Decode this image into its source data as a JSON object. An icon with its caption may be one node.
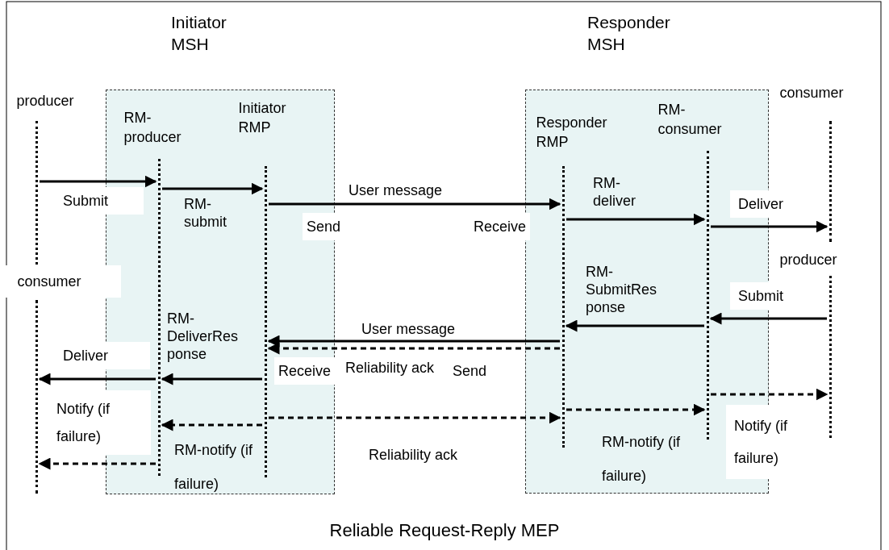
{
  "diagram": {
    "nodes": [
      {
        "text": [
          "Initiator MSH"
        ]
      },
      {
        "text": [
          "Responder MSH"
        ]
      },
      {
        "text": [
          "producer"
        ]
      },
      {
        "text": [
          "consumer"
        ]
      },
      {
        "text": [
          "RM- producer"
        ],
        "in": 0
      },
      {
        "text": [
          "Initiator RMP"
        ],
        "in": 0
      },
      {
        "text": [
          "Responder RMP"
        ],
        "in": 1
      },
      {
        "text": [
          "RM- consumer"
        ],
        "in": 1
      },
      {
        "text": [
          "consumer"
        ]
      },
      {
        "text": [
          "producer"
        ]
      }
    ],
    "edges": [
      {
        "from": 2,
        "to": 4,
        "arrow": "to",
        "label": "Submit"
      },
      {
        "from": 4,
        "to": 5,
        "arrow": "to",
        "label": "RM- submit"
      },
      {
        "from": 5,
        "to": 6,
        "arrow": "to",
        "label": "User message"
      },
      {
        "from": 6,
        "to": 7,
        "arrow": "to",
        "label": "RM- deliver"
      },
      {
        "from": 7,
        "to": 8,
        "arrow": "to",
        "label": "Deliver"
      },
      {
        "from": 9,
        "to": 7,
        "arrow": "to",
        "label": "Submit"
      },
      {
        "from": 7,
        "to": 6,
        "arrow": "to",
        "label": "RM- SubmitRes ponse"
      },
      {
        "from": 6,
        "to": 5,
        "arrow": "to",
        "label": "User message"
      },
      {
        "from": 6,
        "to": 5,
        "arrow": "to",
        "label": "Reliability ack",
        "style": "dashed"
      },
      {
        "from": 5,
        "to": 4,
        "arrow": "to",
        "label": "RM- DeliverRes ponse"
      },
      {
        "from": 4,
        "to": 3,
        "arrow": "to",
        "label": "Deliver"
      },
      {
        "from": 5,
        "to": 4,
        "arrow": "to",
        "label": "RM-notify (if failure)",
        "style": "dashed"
      },
      {
        "from": 5,
        "to": 6,
        "arrow": "to",
        "label": "Reliability ack",
        "style": "dashed"
      },
      {
        "from": 4,
        "to": 3,
        "arrow": "to",
        "label": "Notify (if failure)",
        "style": "dashed"
      },
      {
        "from": 6,
        "to": 7,
        "arrow": "to",
        "label": "RM-notify (if failure)",
        "style": "dashed"
      },
      {
        "from": 7,
        "to": 9,
        "arrow": "to",
        "label": "Notify (if failure)",
        "style": "dashed"
      }
    ],
    "labels": [
      "Send",
      "Receive",
      "Receive",
      "Send"
    ],
    "caption": "Reliable Request-Reply MEP"
  }
}
